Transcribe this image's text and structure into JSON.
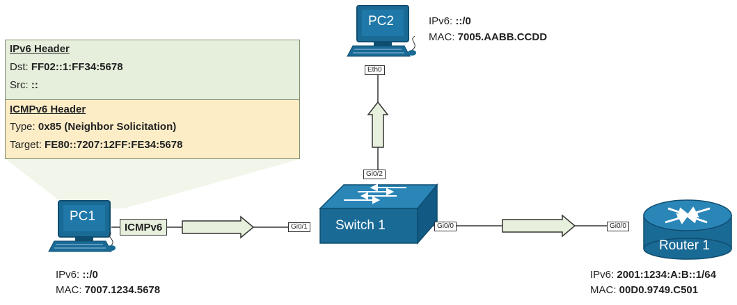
{
  "ipv6_header": {
    "title": "IPv6 Header",
    "dst_label": "Dst:",
    "dst_value": "FF02::1:FF34:5678",
    "src_label": "Src:",
    "src_value": "::"
  },
  "icmpv6_header": {
    "title": "ICMPv6 Header",
    "type_label": "Type:",
    "type_value": "0x85 (Neighbor Solicitation)",
    "target_label": "Target:",
    "target_value": "FE80::7207:12FF:FE34:5678"
  },
  "devices": {
    "pc1": {
      "label": "PC1",
      "ipv6_label": "IPv6:",
      "ipv6_value": "::/0",
      "mac_label": "MAC:",
      "mac_value": "7007.1234.5678"
    },
    "pc2": {
      "label": "PC2",
      "ipv6_label": "IPv6:",
      "ipv6_value": "::/0",
      "mac_label": "MAC:",
      "mac_value": "7005.AABB.CCDD",
      "port": "Eth0"
    },
    "switch1": {
      "label": "Switch 1",
      "port_pc1": "Gi0/1",
      "port_pc2": "Gi0/2",
      "port_router": "Gi0/0"
    },
    "router1": {
      "label": "Router 1",
      "ipv6_label": "IPv6:",
      "ipv6_value": "2001:1234:A:B::1/64",
      "mac_label": "MAC:",
      "mac_value": "00D0.9749.C501",
      "port": "Gi0/0"
    }
  },
  "message_label": "ICMPv6",
  "colors": {
    "device_blue": "#1a6a96",
    "device_blue_dark": "#0f4d6f",
    "ipv6_panel": "#e6efdc",
    "icmp_panel": "#fdedc7",
    "arrow_fill": "#e7f0dc"
  }
}
